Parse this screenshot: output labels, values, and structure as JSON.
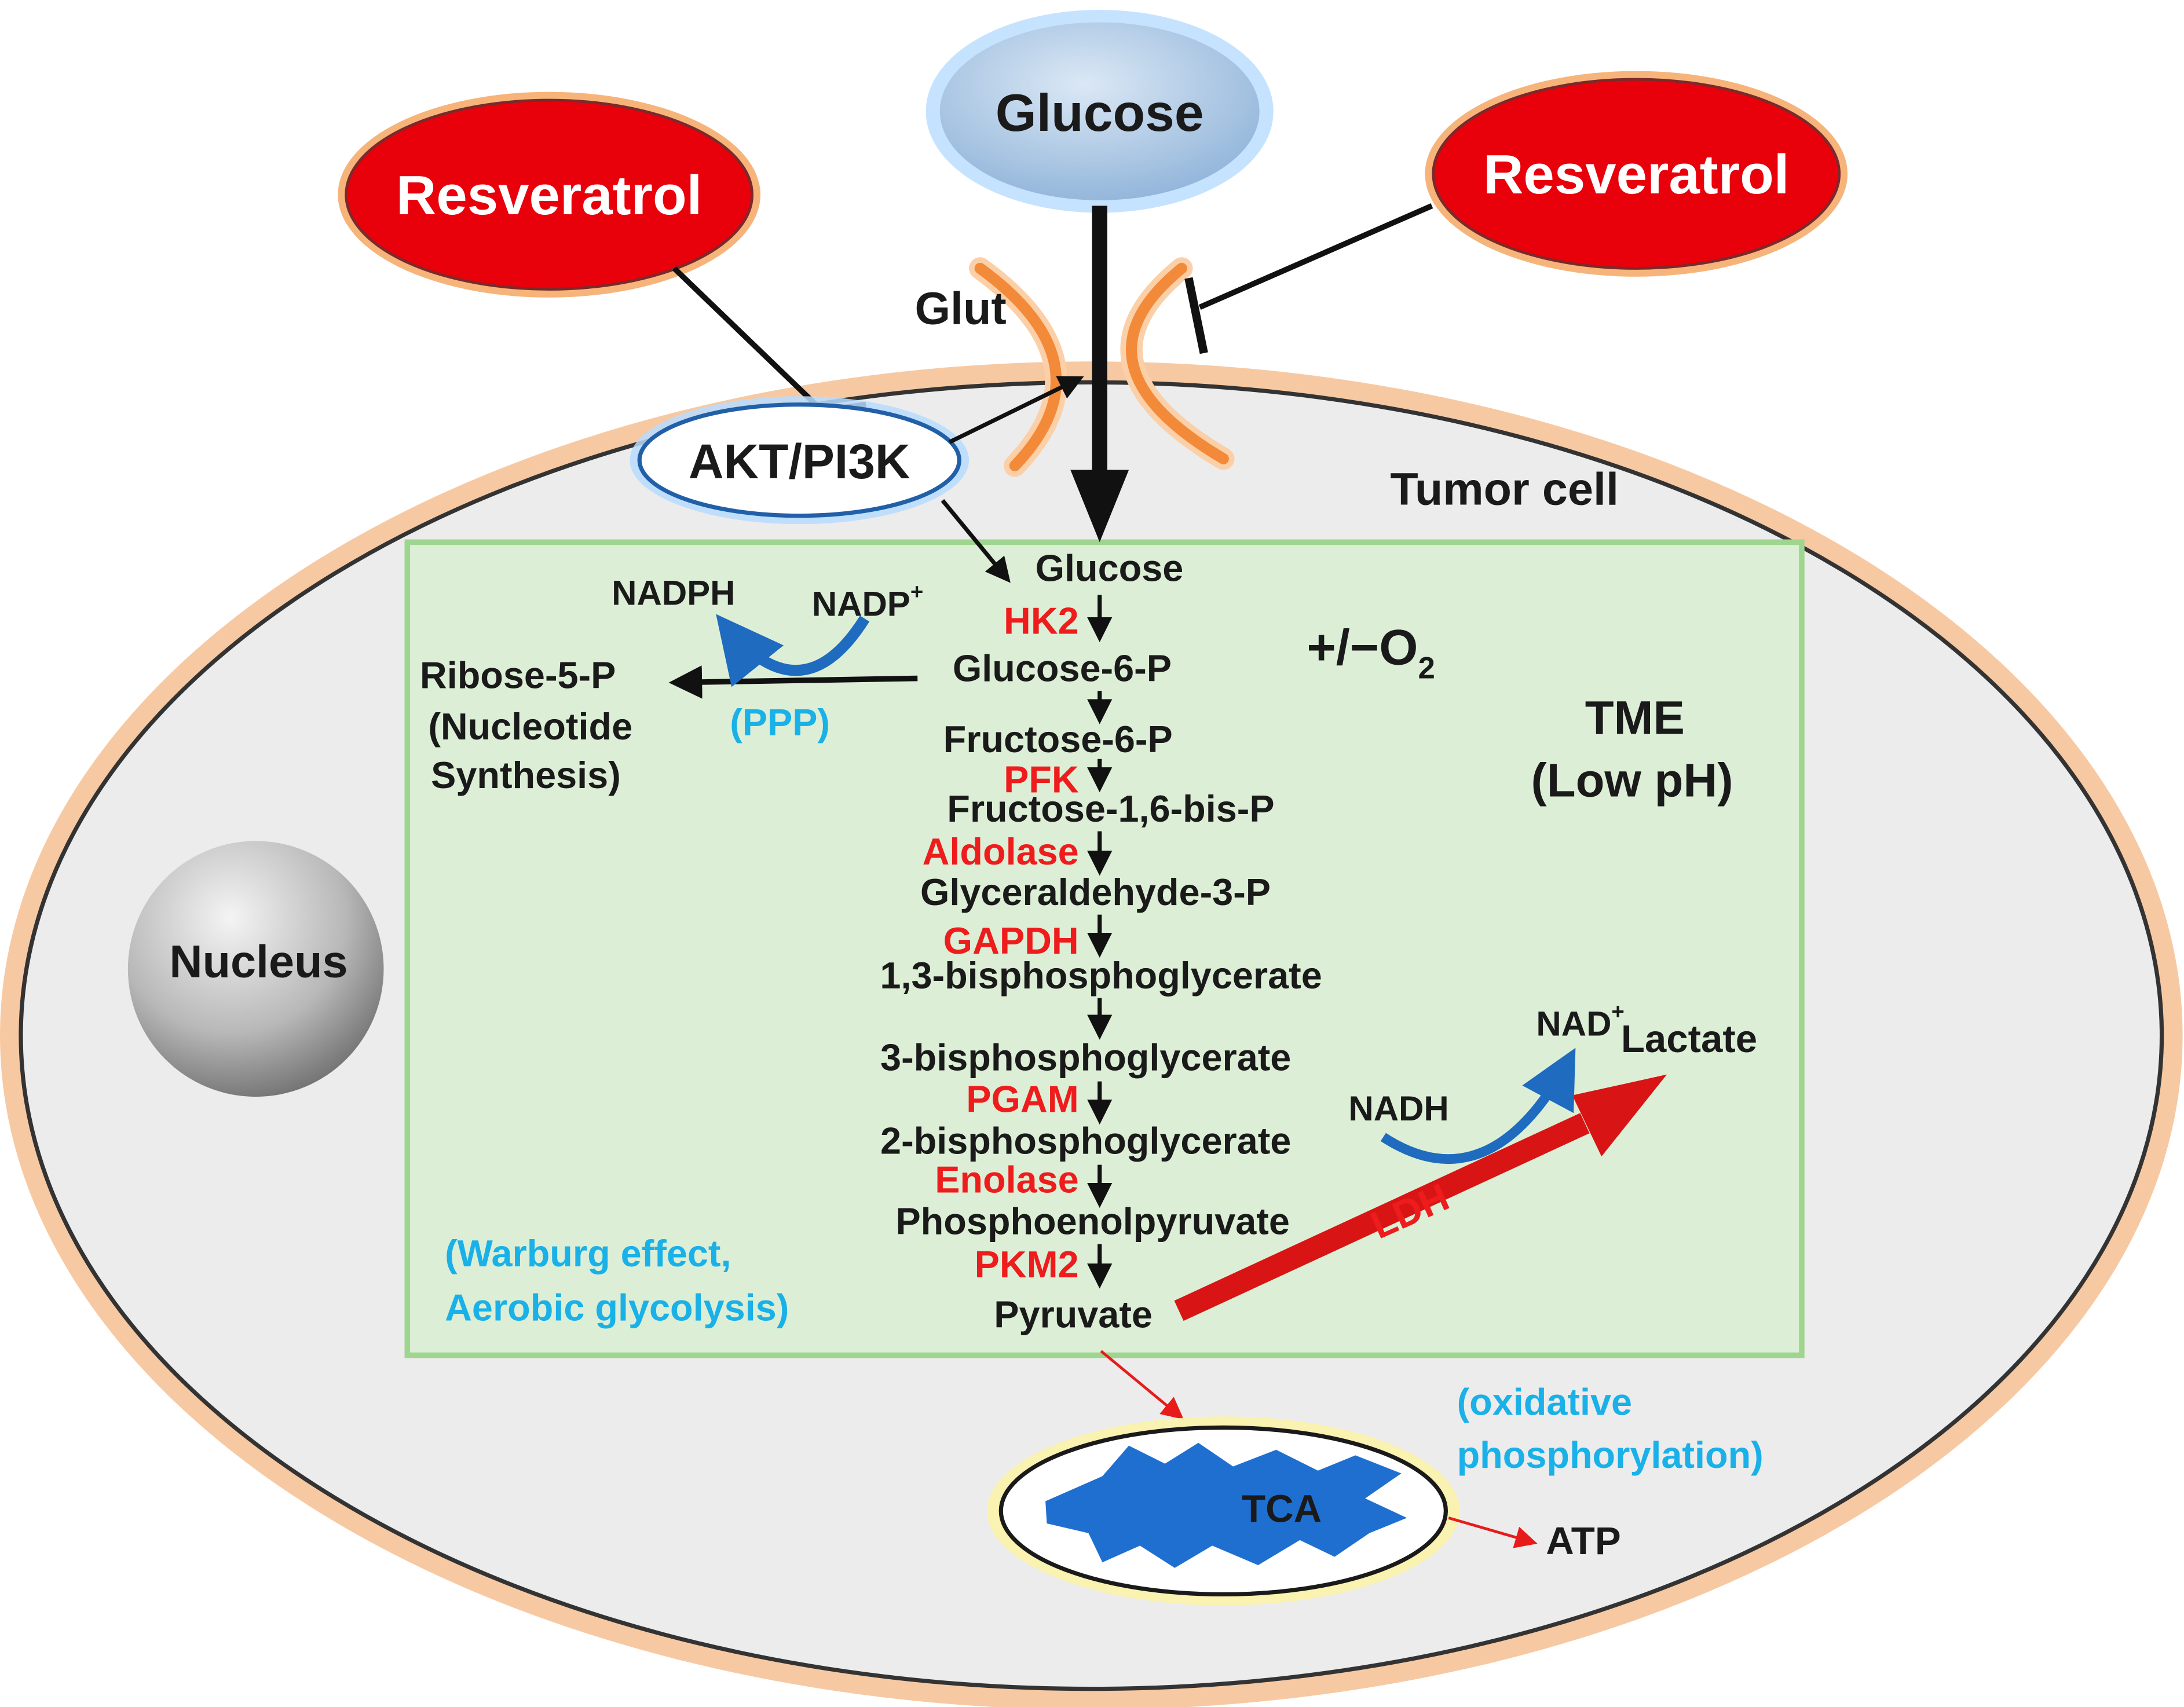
{
  "colors": {
    "cell_fill": "#ececec",
    "cell_glow": "#f7c9a3",
    "tme_fill": "#dcefd6",
    "tme_border": "#9fd68f",
    "resveratrol_fill": "#e8000b",
    "glucose_fill": "#a9c4e0",
    "enzyme_text": "#ee1c1c",
    "note_text": "#1ab0e8",
    "glut_color": "#f28a3a",
    "mito_fill": "#1f6fd1",
    "ldh_arrow": "#d81414"
  },
  "nodes": {
    "resveratrol_left": "Resveratrol",
    "resveratrol_right": "Resveratrol",
    "glucose_top": "Glucose",
    "glut": "Glut",
    "akt": "AKT/PI3K",
    "tumor_cell": "Tumor cell",
    "nucleus": "Nucleus",
    "tca": "TCA",
    "atp": "ATP"
  },
  "glycolysis": {
    "metabolites": [
      "Glucose",
      "Glucose-6-P",
      "Fructose-6-P",
      "Fructose-1,6-bis-P",
      "Glyceraldehyde-3-P",
      "1,3-bisphosphoglycerate",
      "3-bisphosphoglycerate",
      "2-bisphosphoglycerate",
      "Phosphoenolpyruvate",
      "Pyruvate"
    ],
    "enzymes": [
      "HK2",
      "PFK",
      "Aldolase",
      "GAPDH",
      "PGAM",
      "Enolase",
      "PKM2"
    ]
  },
  "ppp": {
    "nadph": "NADPH",
    "nadp": "NADP",
    "nadp_sup": "+",
    "ribose": "Ribose-5-P",
    "nucleotide_1": "(Nucleotide",
    "nucleotide_2": "Synthesis)",
    "label": "(PPP)"
  },
  "environment": {
    "oxygen_prefix": "+/−O",
    "oxygen_sub": "2",
    "tme_1": "TME",
    "tme_2": "(Low pH)"
  },
  "lactate_branch": {
    "nad": "NAD",
    "nad_sup": "+",
    "nadh": "NADH",
    "lactate": "Lactate",
    "ldh": "LDH"
  },
  "notes": {
    "warburg_1": "(Warburg effect,",
    "warburg_2": "Aerobic glycolysis)",
    "oxphos_1": "(oxidative",
    "oxphos_2": "phosphorylation)"
  }
}
